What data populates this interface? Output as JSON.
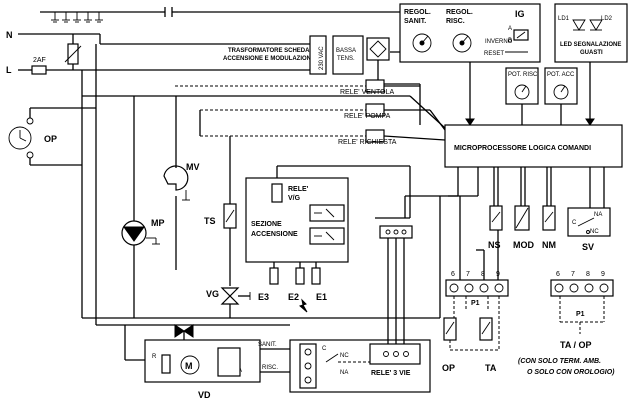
{
  "mains": {
    "n": "N",
    "l": "L",
    "fuse": "2AF"
  },
  "transformer": {
    "label_line1": "TRASFORMATORE SCHEDA",
    "label_line2": "ACCENSIONE E MODULAZIONE",
    "voltage": "230 VAC",
    "low_voltage_line1": "BASSA",
    "low_voltage_line2": "TENS."
  },
  "controls": {
    "regol_sanit_line1": "REGOL.",
    "regol_sanit_line2": "SANIT.",
    "regol_risc_line1": "REGOL.",
    "regol_risc_line2": "RISC.",
    "ig": "IG",
    "inverno": "INVERNO",
    "reset": "RESET",
    "switch_a": "A",
    "switch_b": "B"
  },
  "leds": {
    "ld1": "LD1",
    "ld2": "LD2",
    "label_line1": "LED SEGNALAZIONE",
    "label_line2": "GUASTI"
  },
  "potentiometers": {
    "risc": "POT. RISC",
    "acc": "POT. ACC"
  },
  "relays": {
    "ventola": "RELE' VENTOLA",
    "pompa": "RELE' POMPA",
    "richiesta": "RELE' RICHIESTA",
    "vg_line1": "RELE'",
    "vg_line2": "V/G",
    "tre_vie": "RELE' 3 VIE"
  },
  "microprocessor": "MICROPROCESSORE LOGICA COMANDI",
  "components": {
    "op": "OP",
    "mv": "MV",
    "mp": "MP",
    "ts": "TS",
    "vg": "VG",
    "e3": "E3",
    "e2": "E2",
    "e1": "E1",
    "vd": "VD",
    "ns": "NS",
    "mod": "MOD",
    "nm": "NM",
    "sv": "SV",
    "sv_c": "C",
    "sv_na": "NA",
    "sv_nc": "NC",
    "op_bottom": "OP",
    "ta_bottom": "TA",
    "m": "M",
    "r": "R",
    "a": "A"
  },
  "ignition": {
    "line1": "SEZIONE",
    "line2": "ACCENSIONE"
  },
  "valve": {
    "sanit": "SANIT.",
    "risc": "RISC.",
    "c": "C",
    "nc": "NC",
    "na": "NA"
  },
  "terminals": {
    "left": [
      "6",
      "7",
      "8",
      "9"
    ],
    "right": [
      "6",
      "7",
      "8",
      "9"
    ],
    "p1_left": "P1",
    "p1_right": "P1",
    "ta_op": "TA / OP"
  },
  "note": {
    "line1": "(CON SOLO TERM. AMB.",
    "line2": "O SOLO CON OROLOGIO)"
  }
}
